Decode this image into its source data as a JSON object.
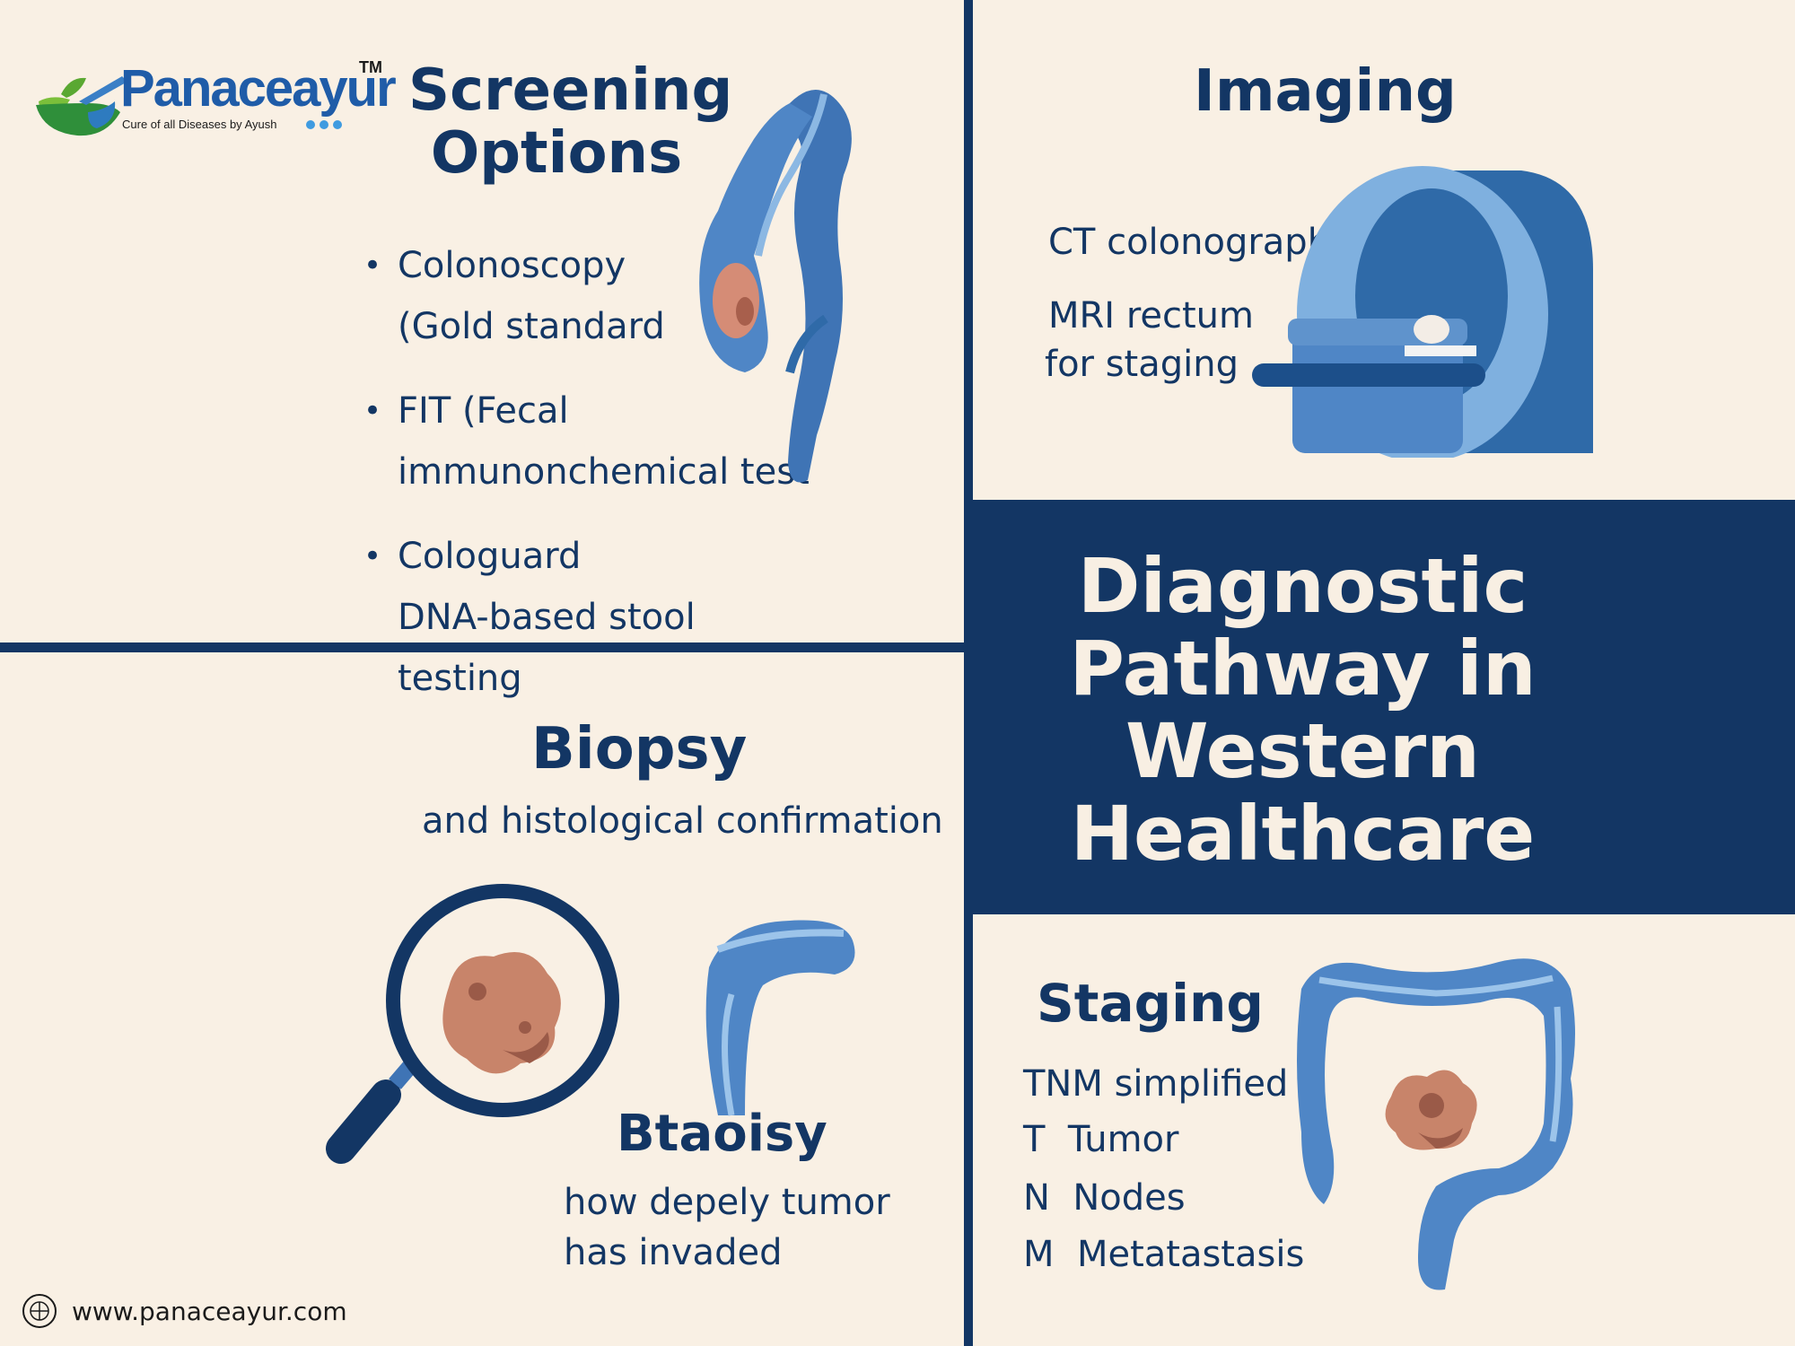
{
  "logo": {
    "name": "Panaceayur",
    "trademark": "TM",
    "tagline": "Cure of all Diseases by Ayush"
  },
  "screening": {
    "title_line1": "Screening",
    "title_line2": "Options",
    "items": [
      {
        "line1": "Colonoscopy",
        "line2": "(Gold standard"
      },
      {
        "line1": "FIT (Fecal",
        "line2": "immunonchemical test"
      },
      {
        "line1": "Cologuard",
        "line2": "DNA-based stool testing"
      }
    ]
  },
  "imaging": {
    "title": "Imaging",
    "item1": "CT colonography",
    "item2_line1": "MRI rectum",
    "item2_line2": "for staging"
  },
  "main_title": {
    "line1": "Diagnostic",
    "line2": "Pathway in",
    "line3": "Western",
    "line4": "Healthcare"
  },
  "biopsy": {
    "title": "Biopsy",
    "subtitle": "and histological confirmation",
    "label": "Btaoisy",
    "desc_line1": "how depely tumor",
    "desc_line2": "has invaded"
  },
  "staging": {
    "title": "Staging",
    "items": [
      "TNM simplified",
      "T  Tumor",
      "N  Nodes",
      "M  Metatastasis"
    ]
  },
  "footer": {
    "url": "www.panaceayur.com"
  },
  "colors": {
    "background": "#f9f0e4",
    "navy": "#133664",
    "blue": "#4f86c6",
    "light_blue": "#7fb0df",
    "tumor": "#c8846a"
  },
  "icons": [
    "colon-icon",
    "mri-scanner-icon",
    "magnifier-icon",
    "intestine-segment-icon",
    "colon-tumor-icon",
    "globe-icon",
    "logo-mortar-icon"
  ]
}
